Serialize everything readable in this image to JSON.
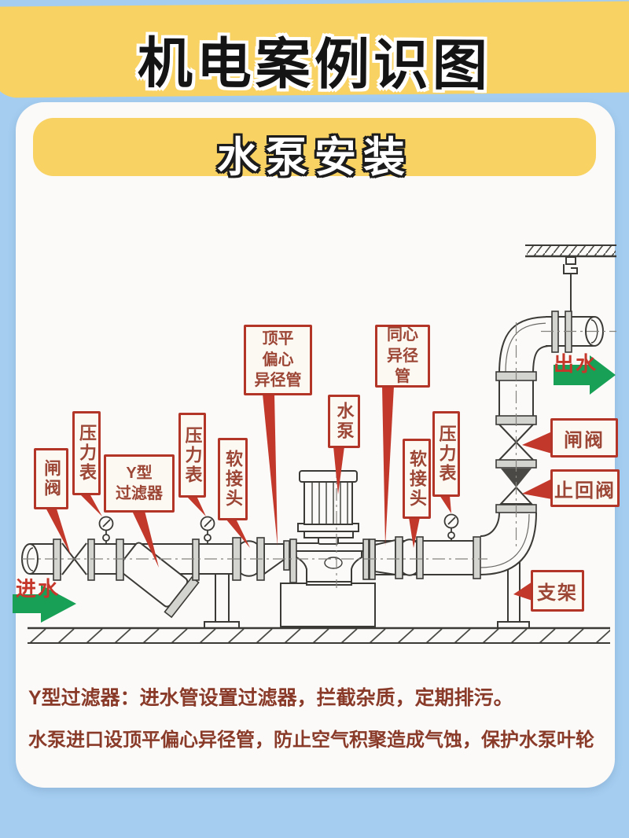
{
  "header": {
    "title": "机电案例识图"
  },
  "card": {
    "subtitle": "水泵安装"
  },
  "diagram": {
    "flow_labels": {
      "inlet": "进水",
      "outlet": "出水"
    },
    "callouts": [
      {
        "id": "gate-valve-left",
        "text": "闸阀"
      },
      {
        "id": "pressure-gauge-1",
        "text": "压力表"
      },
      {
        "id": "y-strainer",
        "text": "Y型\n过滤器"
      },
      {
        "id": "pressure-gauge-2",
        "text": "压力表"
      },
      {
        "id": "flexible-joint-1",
        "text": "软接头"
      },
      {
        "id": "eccentric-reducer",
        "text": "顶平\n偏心\n异径管"
      },
      {
        "id": "water-pump",
        "text": "水泵"
      },
      {
        "id": "concentric-reducer",
        "text": "同心\n异径\n管"
      },
      {
        "id": "flexible-joint-2",
        "text": "软接头"
      },
      {
        "id": "pressure-gauge-3",
        "text": "压力表"
      },
      {
        "id": "gate-valve-right",
        "text": "闸阀"
      },
      {
        "id": "check-valve",
        "text": "止回阀"
      },
      {
        "id": "support-bracket",
        "text": "支架"
      }
    ],
    "colors": {
      "background_blue": "#a4cdf0",
      "banner_yellow": "#f8d263",
      "callout_border_red": "#b23527",
      "callout_text_red": "#9c4636",
      "pointer_red": "#c2382a",
      "flow_text_red": "#c5372a",
      "arrow_green": "#18a156",
      "note_text": "#8a3a28",
      "line_dark": "#3b3a37"
    }
  },
  "notes": {
    "line1": "Y型过滤器：进水管设置过滤器，拦截杂质，定期排污。",
    "line2": "水泵进口设顶平偏心异径管，防止空气积聚造成气蚀，保护水泵叶轮"
  }
}
